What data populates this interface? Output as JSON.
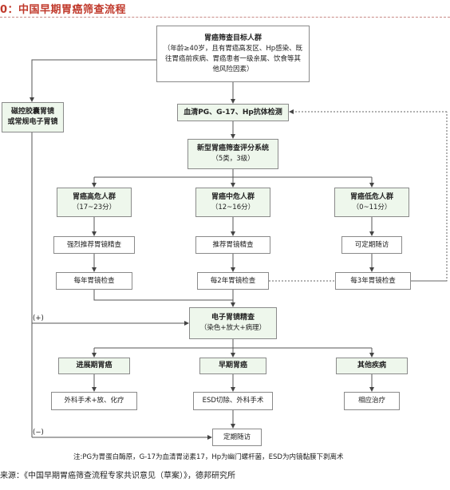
{
  "title": "0：中国早期胃癌筛查流程",
  "target_group": {
    "title": "胃癌筛查目标人群",
    "desc": "（年龄≥40岁，且有胃癌高发区、Hp感染、既往胃癌前疾病、胃癌患者一级亲属、饮食等其他风险因素）"
  },
  "capsule": {
    "line1": "磁控胶囊胃镜",
    "line2": "或常规电子胃镜"
  },
  "serum": "血清PG、G-17、Hp抗体检测",
  "scoring": {
    "title": "新型胃癌筛查评分系统",
    "sub": "（5类，3级）"
  },
  "groups": [
    {
      "title": "胃癌高危人群",
      "range": "（17~23分）",
      "action": "强烈推荐胃镜精查",
      "followup": "每年胃镜检查"
    },
    {
      "title": "胃癌中危人群",
      "range": "（12~16分）",
      "action": "推荐胃镜精查",
      "followup": "每2年胃镜检查"
    },
    {
      "title": "胃癌低危人群",
      "range": "（0~11分）",
      "action": "可定期随访",
      "followup": "每3年胃镜检查"
    }
  ],
  "precise": {
    "title": "电子胃镜精查",
    "sub": "（染色+放大+病理）"
  },
  "outcomes": [
    {
      "title": "进展期胃癌",
      "treatment": "外科手术+放、化疗"
    },
    {
      "title": "早期胃癌",
      "treatment": "ESD切除、外科手术"
    },
    {
      "title": "其他疾病",
      "treatment": "相应治疗"
    }
  ],
  "followup_final": "定期随访",
  "plus_label": "(+)",
  "minus_label": "(−)",
  "note": "注:PG为胃蛋白酶原，G-17为血清胃泌素17，Hp为幽门螺杆菌，ESD为内镜黏膜下剥离术",
  "source": "来源：《中国早期胃癌筛查流程专家共识意见（草案）》，德邦研究所",
  "colors": {
    "box_fill": "#eef7ec",
    "title_red": "#c0392b",
    "line": "#555555"
  }
}
